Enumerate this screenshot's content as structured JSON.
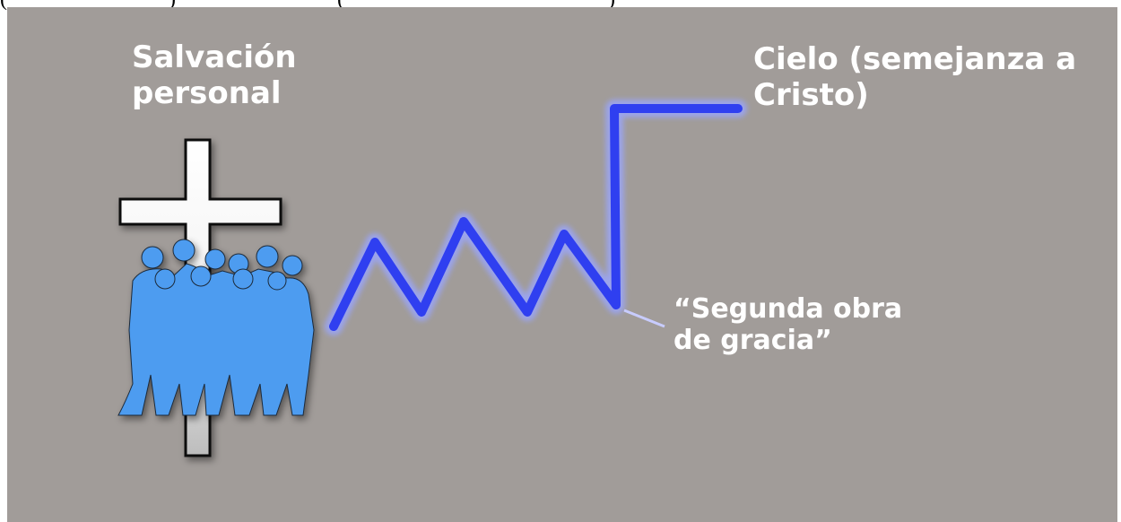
{
  "header_fragment": "(                              )                              (                                                 )",
  "labels": {
    "salvation": [
      "Salvación",
      "personal"
    ],
    "heaven": [
      "Cielo (semejanza a",
      "Cristo)"
    ],
    "second_work": [
      "“Segunda obra",
      "de gracia”"
    ]
  },
  "colors": {
    "background": "#a19c99",
    "path": "#3344ee",
    "path_glow": "#9aa6ff",
    "people": "#4d9cf0",
    "cross": "#ffffff",
    "text": "#ffffff"
  },
  "icons": {
    "cross": "cross-icon",
    "people": "people-silhouette-icon"
  }
}
